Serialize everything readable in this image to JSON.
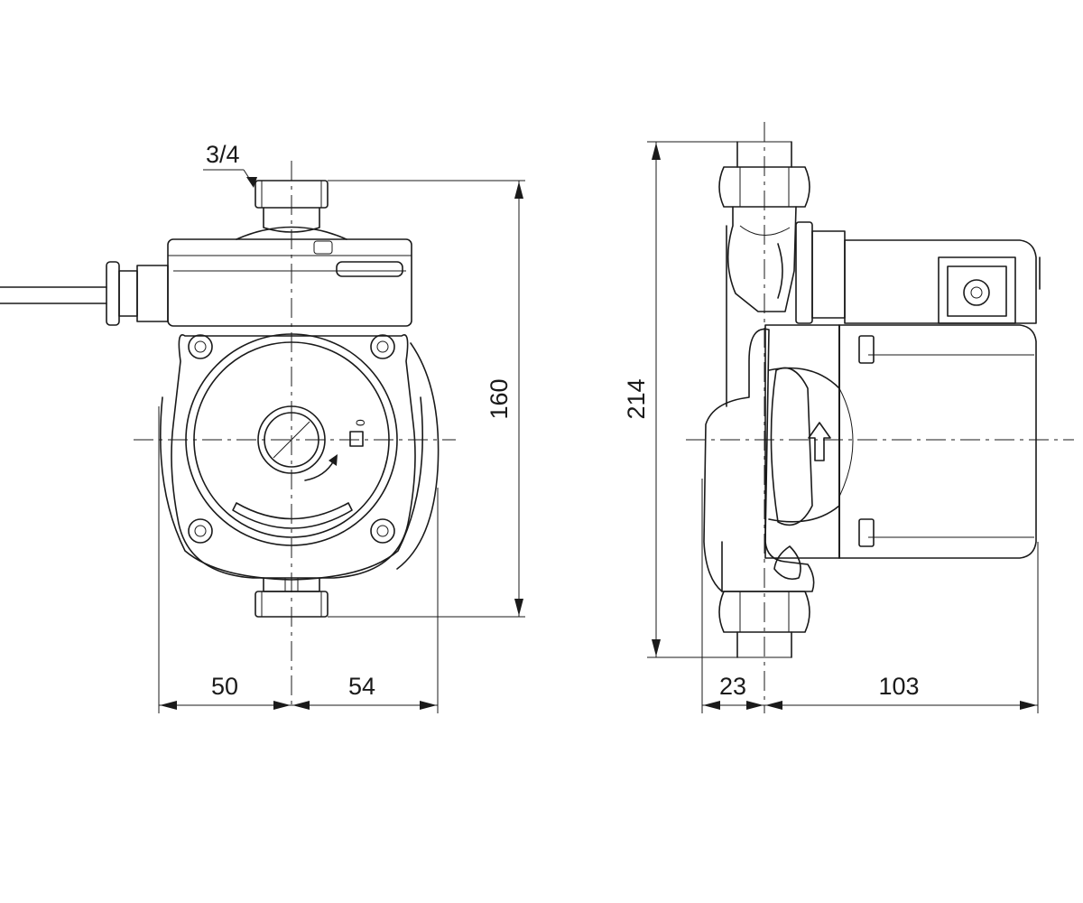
{
  "front_view": {
    "connection_label": "3/4",
    "height_label": "160",
    "left_width_label": "50",
    "right_width_label": "54",
    "knob_label": "0"
  },
  "side_view": {
    "height_label": "214",
    "offset_label": "23",
    "length_label": "103"
  }
}
